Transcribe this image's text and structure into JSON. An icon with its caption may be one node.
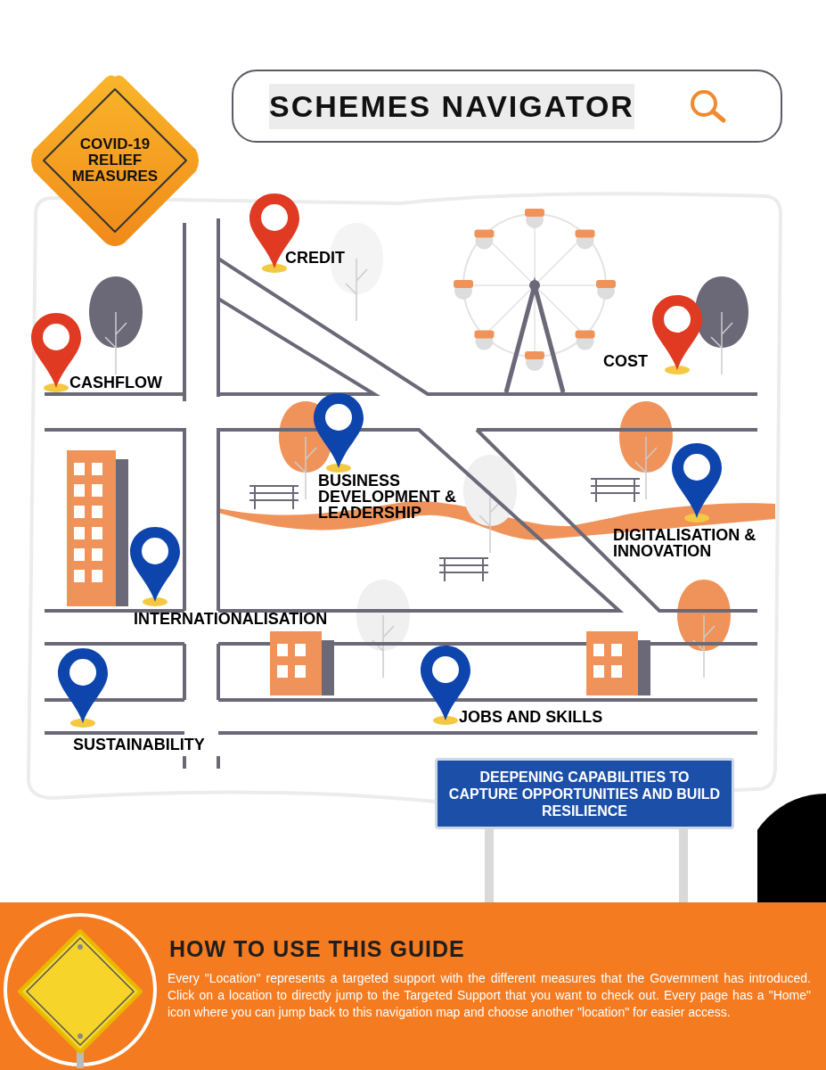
{
  "diagram": {
    "nodes": [
      {
        "text": [
          "SCHEMES NAVIGATOR"
        ]
      },
      {
        "text": [
          "COVID-19 RELIEF MEASURES"
        ]
      },
      {
        "text": [
          "DEEPENING CAPABILITIES TO CAPTURE OPPORTUNITIES AND BUILD RESILIENCE"
        ]
      },
      {
        "text": [
          "HOW TO USE THIS GUIDE",
          "Every \"Location\" represents a targeted support with the different measures that the Government has introduced. Click on a location to directly jump to the Targeted Support that you want to check out. Every page has a \"Home\" icon where you can jump back to this navigation map and choose another \"location\" for easier access."
        ]
      }
    ],
    "labels": [
      "CREDIT",
      "CASHFLOW",
      "COST",
      "BUSINESS DEVELOPMENT & LEADERSHIP",
      "DIGITALISATION & INNOVATION",
      "INTERNATIONALISATION",
      "SUSTAINABILITY",
      "JOBS AND SKILLS"
    ]
  }
}
